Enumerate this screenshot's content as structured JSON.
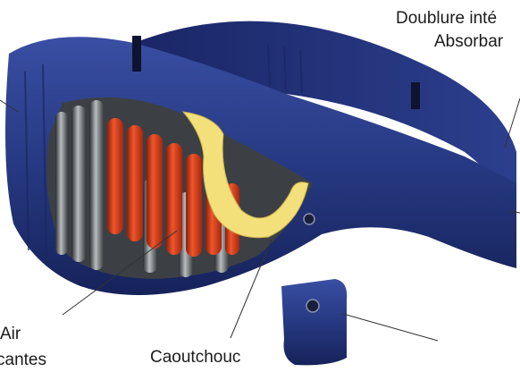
{
  "labels": {
    "doublure_line1": "Doublure inté",
    "doublure_line2": "Absorbar",
    "air_line1": "Air",
    "air_line2": "cantes",
    "caoutchouc": "Caoutchouc"
  },
  "colors": {
    "belt_blue": "#283a86",
    "belt_dark": "#141f55",
    "chamber_red": "#e4431b",
    "foam_yellow": "#f4e07a",
    "chamber_gray": "#7b7f83"
  }
}
